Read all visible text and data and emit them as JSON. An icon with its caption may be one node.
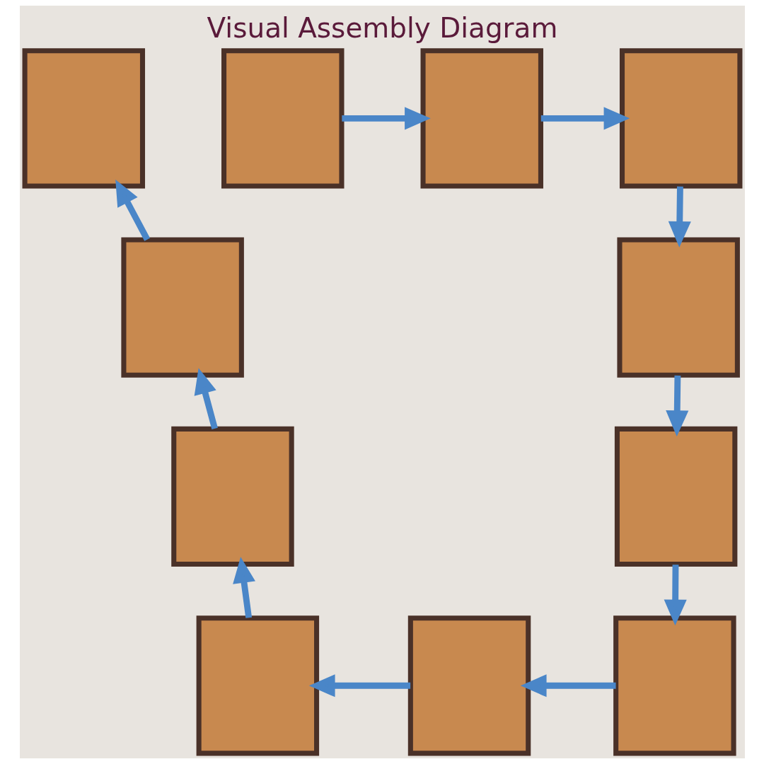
{
  "diagram": {
    "title": "Visual Assembly Diagram",
    "nodes": [
      {
        "text": [],
        "shape": "box"
      },
      {
        "text": [],
        "shape": "box"
      },
      {
        "text": [],
        "shape": "box"
      },
      {
        "text": [],
        "shape": "box"
      },
      {
        "text": [],
        "shape": "box"
      },
      {
        "text": [],
        "shape": "box"
      },
      {
        "text": [],
        "shape": "box"
      },
      {
        "text": [],
        "shape": "box"
      },
      {
        "text": [],
        "shape": "box"
      },
      {
        "text": [],
        "shape": "box"
      },
      {
        "text": [],
        "shape": "box"
      }
    ],
    "edges": [
      {
        "from": 0,
        "to": 1,
        "arrow": "to"
      },
      {
        "from": 1,
        "to": 2,
        "arrow": "to"
      },
      {
        "from": 2,
        "to": 3,
        "arrow": "to"
      },
      {
        "from": 3,
        "to": 4,
        "arrow": "to"
      },
      {
        "from": 4,
        "to": 5,
        "arrow": "to"
      },
      {
        "from": 5,
        "to": 6,
        "arrow": "to"
      },
      {
        "from": 6,
        "to": 7,
        "arrow": "to"
      },
      {
        "from": 7,
        "to": 8,
        "arrow": "to"
      },
      {
        "from": 8,
        "to": 9,
        "arrow": "to"
      },
      {
        "from": 9,
        "to": 10,
        "arrow": "to"
      }
    ]
  }
}
